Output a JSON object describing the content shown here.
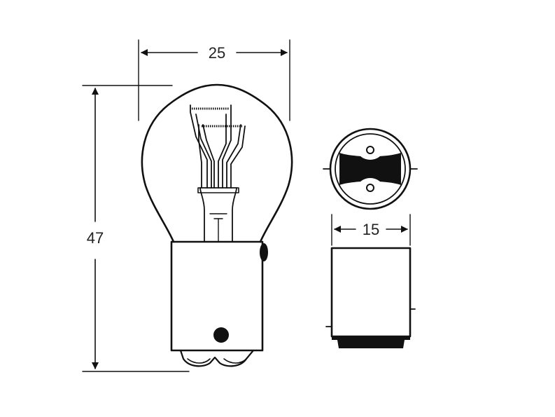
{
  "dimensions": {
    "width_label": "25",
    "height_label": "47",
    "cap_diameter_label": "15"
  },
  "colors": {
    "line": "#111111",
    "fill_dark": "#111111",
    "background": "#ffffff"
  }
}
